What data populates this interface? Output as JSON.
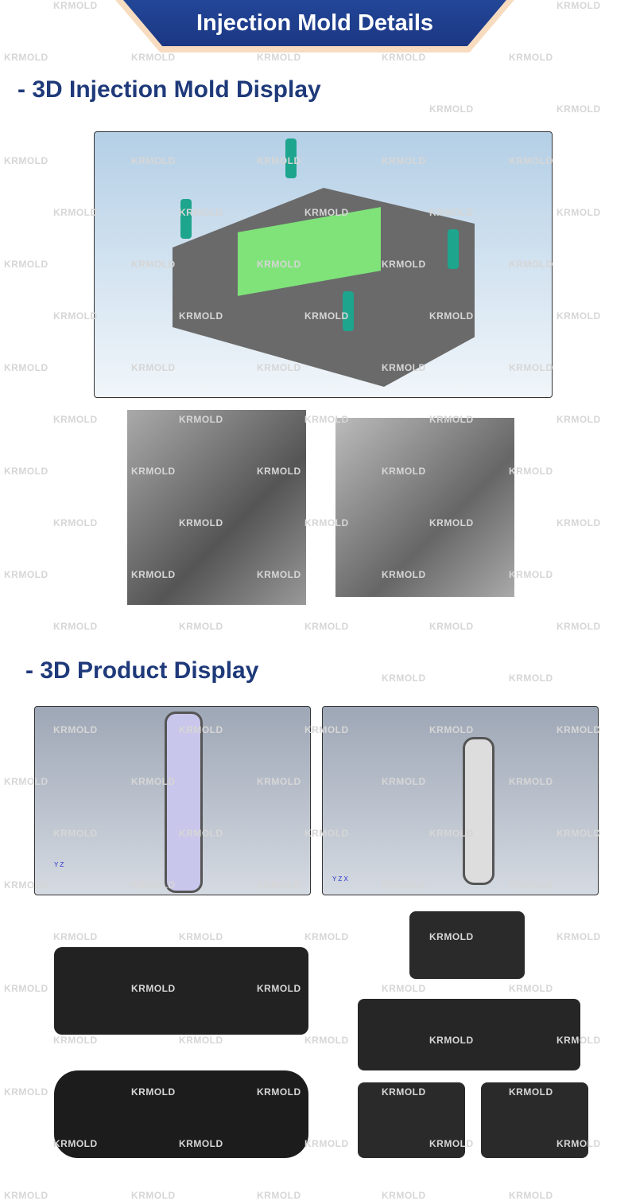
{
  "watermark": "KRMOLD",
  "banner": {
    "title": "Injection Mold Details"
  },
  "sections": [
    {
      "heading": "- 3D Injection Mold Display"
    },
    {
      "heading": "- 3D Product Display"
    }
  ],
  "cad_views": [
    {
      "axes": "Y Z"
    },
    {
      "axes": "Y Z X"
    }
  ],
  "colors": {
    "banner": "#1e3c8a",
    "banner_border": "#f8dcc0",
    "heading": "#1f3a7a"
  }
}
